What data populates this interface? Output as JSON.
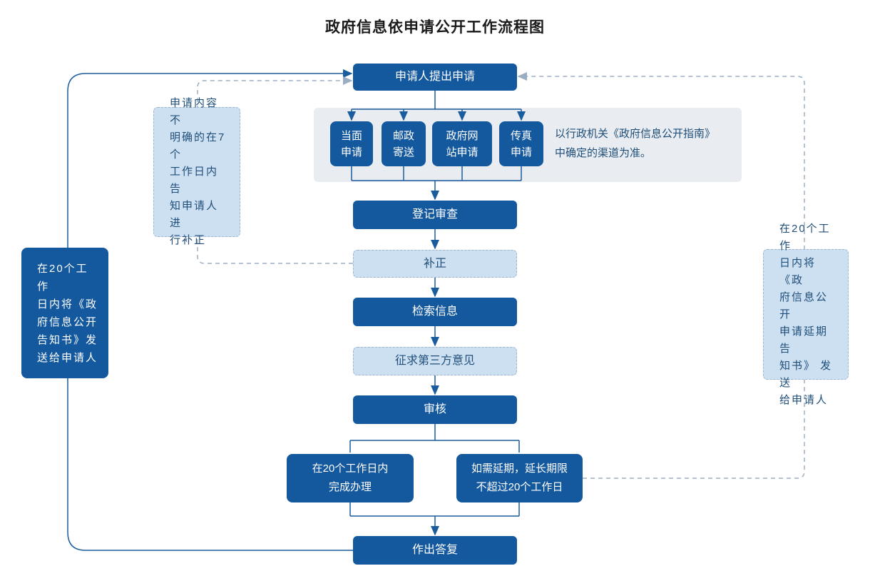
{
  "title": "政府信息依申请公开工作流程图",
  "nodes": {
    "apply": "申请人提出申请",
    "register": "登记审查",
    "correction": "补正",
    "retrieve": "检索信息",
    "third_party": "征求第三方意见",
    "review": "审核",
    "complete": "在20个工作日内\n完成办理",
    "extend": "如需延期，延长期限\n不超过20个工作日",
    "reply": "作出答复"
  },
  "channels": [
    "当面\n申请",
    "邮政\n寄送",
    "政府网\n站申请",
    "传真\n申请"
  ],
  "channel_note": "以行政机关《政府信息公开指南》\n中确定的渠道为准。",
  "side_notes": {
    "disclosure_notice": "在20个工作\n日内将《政\n府信息公开\n告知书》发\n送给申请人",
    "correction_notice": "申请内容不\n明确的在7个\n工作日内告\n知申请人进\n行补正",
    "extension_notice": "在20个工作\n日内将《政\n府信息公开\n申请延期告\n知书》 发送\n给申请人"
  },
  "colors": {
    "node_fill": "#14589E",
    "node_text": "#FFFFFF",
    "light_fill": "#CDE0F2",
    "light_border": "#9FB6CE",
    "light_text": "#1F4E79",
    "group_fill": "#E9EDF1",
    "solid_line": "#1A5C9E",
    "dashed_line": "#9BADC2"
  }
}
